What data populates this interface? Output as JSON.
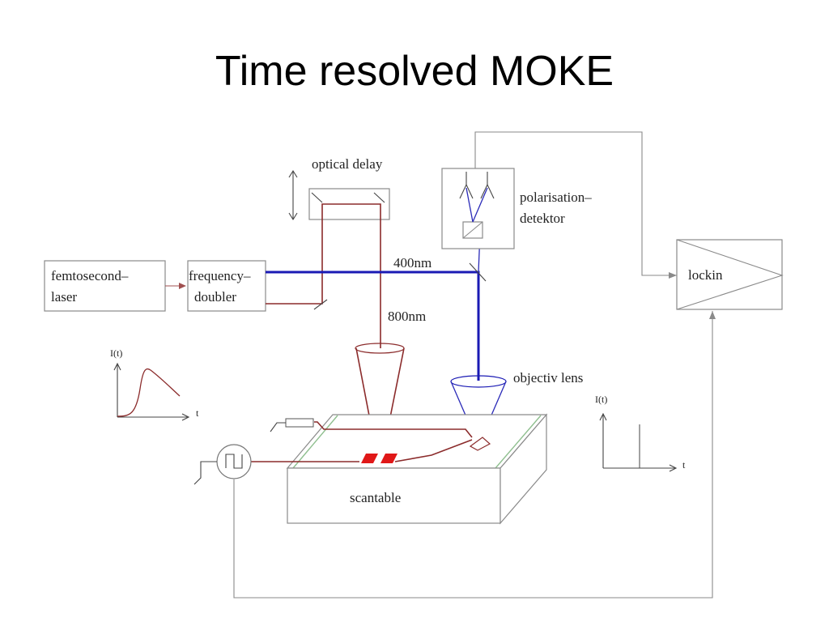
{
  "slide": {
    "title": "Time resolved MOKE"
  },
  "diagram": {
    "labels": {
      "optical_delay": "optical delay",
      "polarisation_1": "polarisation–",
      "polarisation_2": "detektor",
      "femto_1": "femtosecond–",
      "femto_2": "laser",
      "freq_1": "frequency–",
      "freq_2": "doubler",
      "nm400": "400nm",
      "nm800": "800nm",
      "lockin": "lockin",
      "objectiv": "objectiv lens",
      "scantable": "scantable",
      "plot1_y": "I(t)",
      "plot1_x": "t",
      "plot2_y": "I(t)",
      "plot2_x": "t"
    },
    "colors": {
      "pump_beam": "#8b2b2b",
      "probe_beam": "#1a1ab4",
      "sample": "#e01818",
      "outline": "#8a8a8a",
      "table_edge_green": "#8fbf8f"
    }
  }
}
